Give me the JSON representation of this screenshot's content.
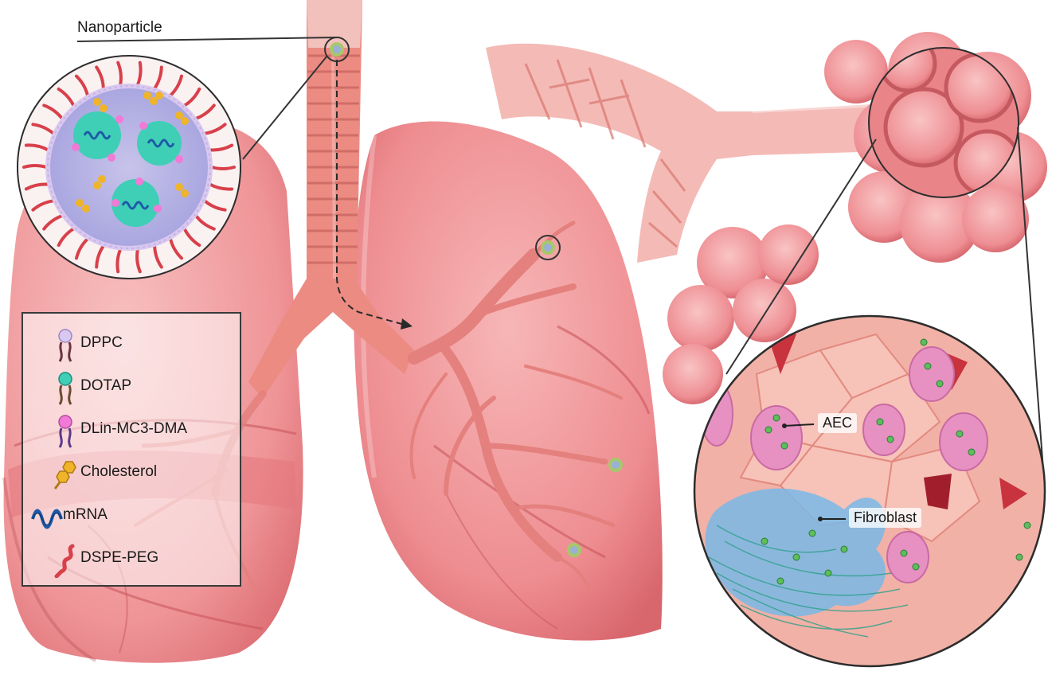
{
  "nanoparticle_label": "Nanoparticle",
  "legend": {
    "items": [
      {
        "label": "DPPC",
        "icon": "dppc-lipid-icon",
        "head_color": "#d9c8ef"
      },
      {
        "label": "DOTAP",
        "icon": "dotap-lipid-icon",
        "head_color": "#3fcfb6"
      },
      {
        "label": "DLin-MC3-DMA",
        "icon": "dlin-mc3-dma-lipid-icon",
        "head_color": "#f07ad6"
      },
      {
        "label": "Cholesterol",
        "icon": "cholesterol-icon",
        "head_color": "#f0b429"
      },
      {
        "label": "mRNA",
        "icon": "mrna-icon",
        "head_color": "#1e5aa8"
      },
      {
        "label": "DSPE-PEG",
        "icon": "dspe-peg-icon",
        "head_color": "#d8404a"
      }
    ]
  },
  "callouts": {
    "aec": "AEC",
    "fibroblast": "Fibroblast"
  },
  "colors": {
    "lung": "#f08f93",
    "lung_dark": "#d9666c",
    "airway": "#ef8f86",
    "alveoli": "#f19aa0",
    "fibroblast": "#5aa9de",
    "fiber": "#2ea08a"
  }
}
